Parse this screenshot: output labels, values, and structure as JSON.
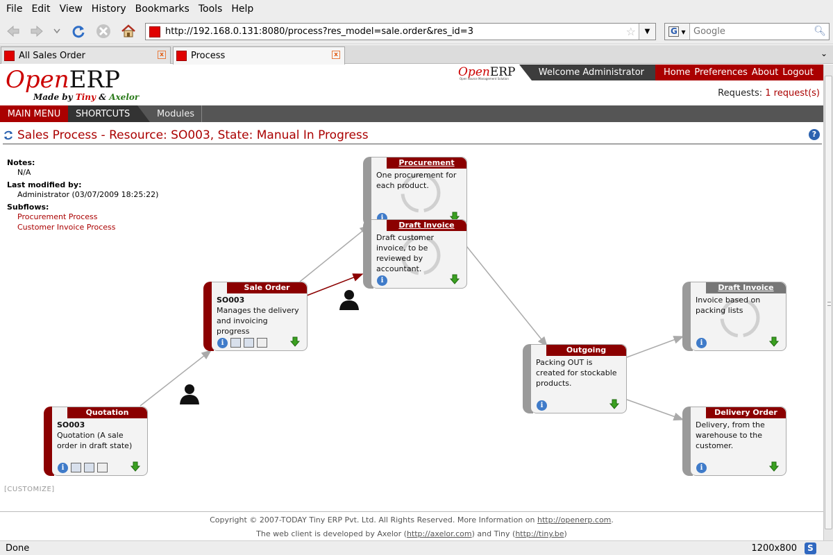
{
  "browser": {
    "menu": [
      "File",
      "Edit",
      "View",
      "History",
      "Bookmarks",
      "Tools",
      "Help"
    ],
    "menu_underline": [
      "F",
      "E",
      "V",
      "s",
      "B",
      "T",
      "H"
    ],
    "url": "http://192.168.0.131:8080/process?res_model=sale.order&res_id=3",
    "search_placeholder": "Google",
    "tabs": [
      {
        "label": "All Sales Order",
        "active": false
      },
      {
        "label": "Process",
        "active": true
      }
    ],
    "status": "Done",
    "resolution": "1200x800"
  },
  "erp": {
    "logo_open": "Open",
    "logo_erp": "ERP",
    "logo_made_by": "Made by",
    "logo_tiny": "Tiny",
    "logo_amp": "&",
    "logo_axelor": "Axelor",
    "mini_open": "Open",
    "mini_erp": "ERP",
    "mini_tag": "Open Source Management Solution",
    "welcome": "Welcome Administrator",
    "topnav": [
      "Home",
      "Preferences",
      "About",
      "Logout"
    ],
    "requests_label": "Requests:",
    "requests_link": "1 request(s)",
    "main_menu": "MAIN MENU",
    "shortcuts": "SHORTCUTS",
    "modules": "Modules",
    "title": "Sales Process - Resource: SO003, State: Manual In Progress"
  },
  "info": {
    "notes_label": "Notes:",
    "notes_value": "N/A",
    "modified_label": "Last modified by:",
    "modified_value": "Administrator (03/07/2009 18:25:22)",
    "subflows_label": "Subflows:",
    "subflows": [
      "Procurement Process",
      "Customer Invoice Process"
    ]
  },
  "nodes": {
    "quotation": {
      "title": "Quotation",
      "code": "SO003",
      "text": "Quotation (A sale order in draft state)"
    },
    "sale_order": {
      "title": "Sale Order",
      "code": "SO003",
      "text": "Manages the delivery and invoicing progress"
    },
    "procurement": {
      "title": "Procurement",
      "text": "One procurement for each product."
    },
    "draft_invoice": {
      "title": "Draft Invoice",
      "text": "Draft customer invoice, to be reviewed by accountant."
    },
    "outgoing": {
      "title": "Outgoing",
      "text": "Packing OUT is created for stockable products."
    },
    "draft_invoice_2": {
      "title": "Draft Invoice",
      "text": "Invoice based on packing lists"
    },
    "delivery_order": {
      "title": "Delivery Order",
      "text": "Delivery, from the warehouse to the customer."
    }
  },
  "customize": "[CUSTOMIZE]",
  "footer": {
    "line1_prefix": "Copyright © 2007-TODAY Tiny ERP Pvt. Ltd. All Rights Reserved. More Information on",
    "line1_link": "http://openerp.com",
    "line1_suffix": ".",
    "line2_prefix": "The web client is developed by Axelor (",
    "line2_link1": "http://axelor.com",
    "line2_mid": ") and Tiny (",
    "line2_link2": "http://tiny.be",
    "line2_suffix": ")"
  },
  "colors": {
    "brand_red": "#aa0000",
    "node_red": "#8b0000",
    "node_grey": "#9a9a9a",
    "active_arrow": "#8b0000",
    "arrow": "#aaaaaa"
  }
}
